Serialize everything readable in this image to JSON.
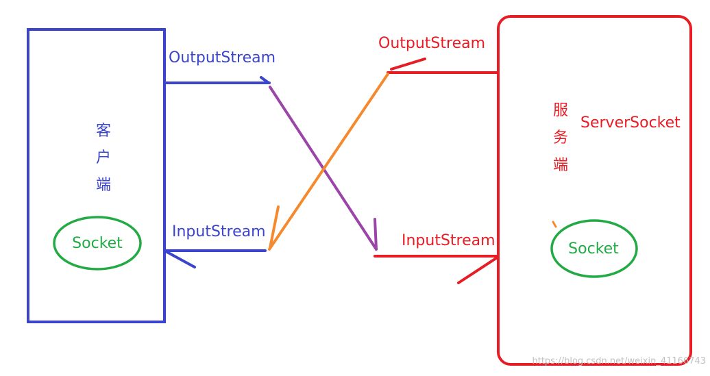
{
  "colors": {
    "client": "#3a44cc",
    "server": "#e81c24",
    "socket": "#22aa44",
    "client_to_server": "#9b45a8",
    "server_to_client": "#f5892e",
    "watermark": "#c0c0c0"
  },
  "client": {
    "label_chars": [
      "客",
      "户",
      "端"
    ],
    "socket_label": "Socket",
    "output_label": "OutputStream",
    "input_label": "InputStream"
  },
  "server": {
    "label_chars": [
      "服",
      "务",
      "端"
    ],
    "server_socket_label": "ServerSocket",
    "socket_label": "Socket",
    "output_label": "OutputStream",
    "input_label": "InputStream"
  },
  "watermark": {
    "text": "https://blog.csdn.net/weixin_41166743"
  }
}
